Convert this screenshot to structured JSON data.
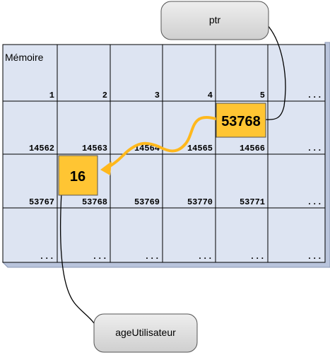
{
  "memory_title": "Mémoire",
  "cell_labels": [
    [
      "1",
      "2",
      "3",
      "4",
      "5",
      "..."
    ],
    [
      "14562",
      "14563",
      "14564",
      "14565",
      "14566",
      "..."
    ],
    [
      "53767",
      "53768",
      "53769",
      "53770",
      "53771",
      "..."
    ],
    [
      "...",
      "...",
      "...",
      "...",
      "...",
      "..."
    ]
  ],
  "pointer": {
    "label": "ptr",
    "value": "53768"
  },
  "variable": {
    "label": "ageUtilisateur",
    "value": "16"
  },
  "colors": {
    "cell_fill": "#dde4f2",
    "grid_line": "#000000",
    "shadow": "#b9c4dc",
    "value_box": "#ffc533",
    "arrow": "#ffb81c",
    "bubble": "#d9d9d9"
  }
}
